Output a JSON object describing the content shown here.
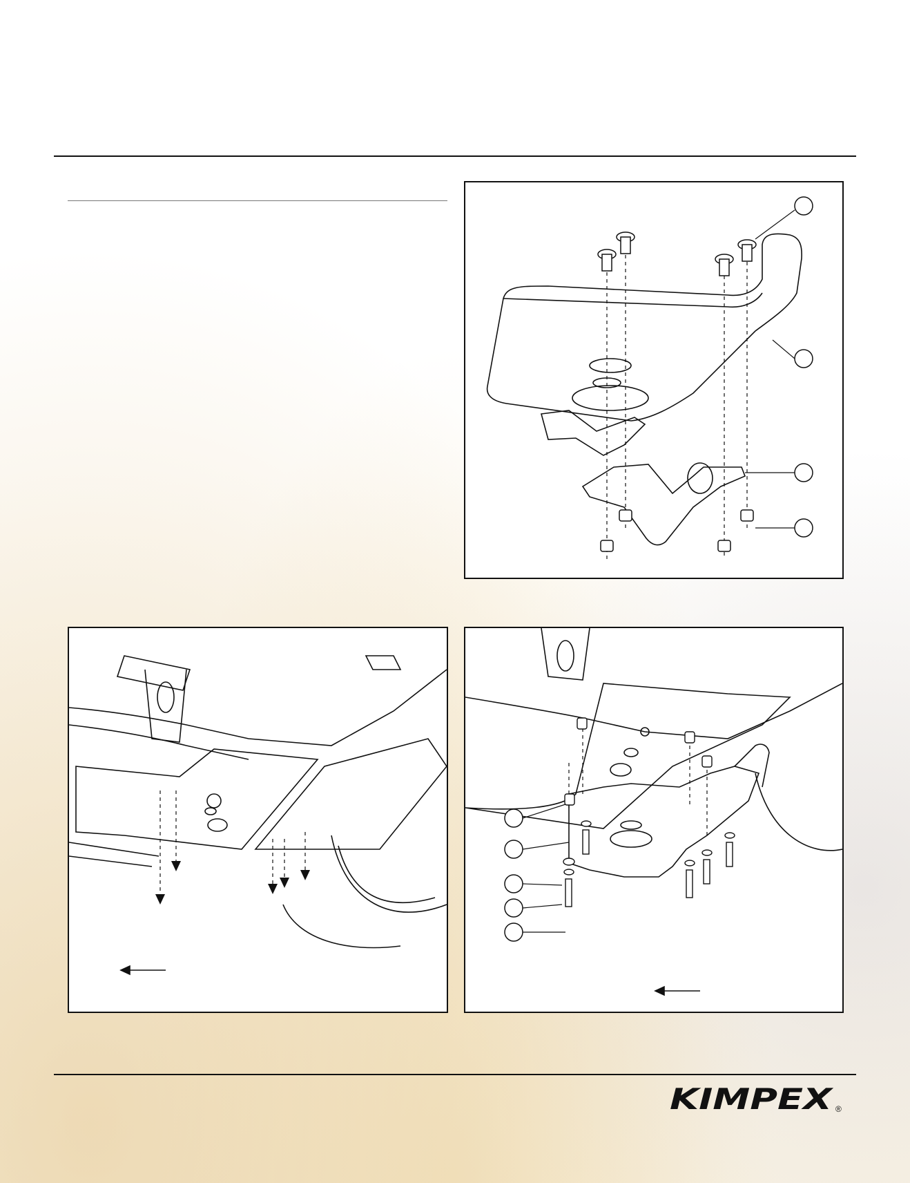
{
  "page": {
    "title": "",
    "brand": {
      "logo_text": "KIMPEX",
      "registered_mark": "®",
      "logo_icon": "kimpex-logo"
    }
  },
  "figures": [
    {
      "id": "exploded-skid-plate-bracket",
      "callouts": [
        "",
        "",
        "",
        ""
      ],
      "icons": [
        "carriage-bolt-icon",
        "nut-icon",
        "skid-plate-icon",
        "bracket-icon"
      ]
    },
    {
      "id": "remove-original-hardware",
      "direction_arrow": "front-arrow-icon"
    },
    {
      "id": "install-skid-plate",
      "callouts": [
        "",
        "",
        "",
        "",
        ""
      ],
      "direction_arrow": "front-arrow-icon"
    }
  ],
  "colors": {
    "ink": "#111111",
    "background_wash": "#E6C98F"
  }
}
